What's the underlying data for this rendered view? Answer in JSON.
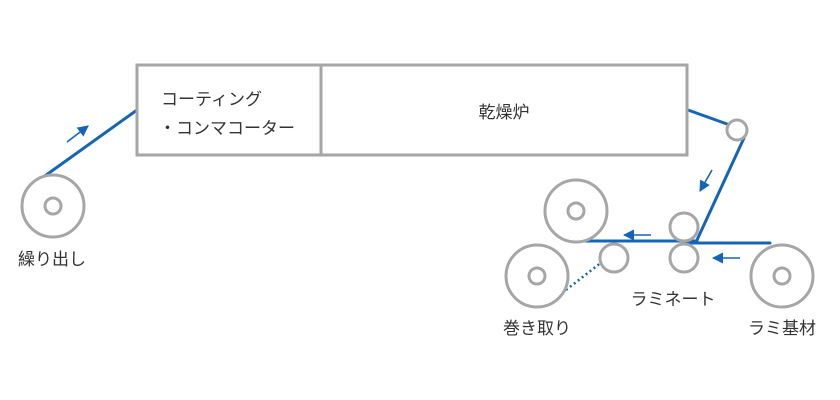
{
  "boxes": {
    "coater_line1": "コーティング",
    "coater_line2": "・コンマコーター",
    "dryer": "乾燥炉"
  },
  "labels": {
    "unwind": "繰り出し",
    "rewind": "巻き取り",
    "laminate": "ラミネート",
    "lami_substrate": "ラミ基材"
  },
  "colors": {
    "web": "#1565b7",
    "equipment": "#a6a6a6"
  }
}
